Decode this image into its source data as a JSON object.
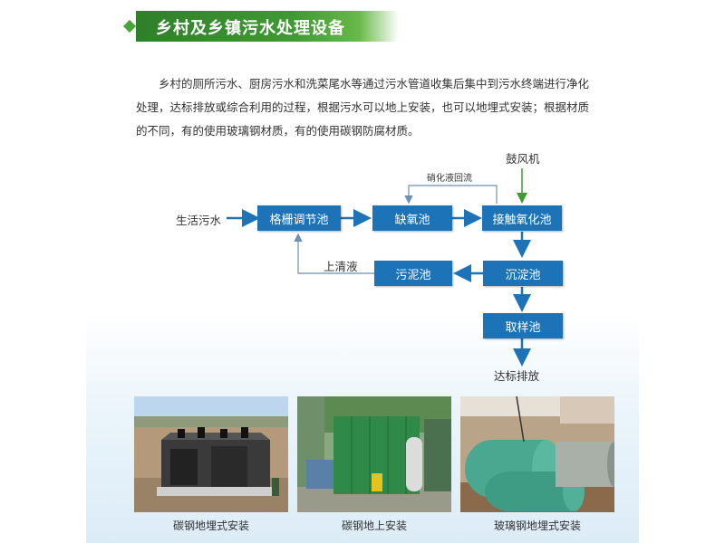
{
  "header": {
    "title": "乡村及乡镇污水处理设备"
  },
  "intro": "乡村的厕所污水、厨房污水和洗菜尾水等通过污水管道收集后集中到污水终端进行净化处理，达标排放或综合利用的过程，根据污水可以地上安装，也可以地埋式安装；根据材质的不同，有的使用玻璃钢材质，有的使用碳钢防腐材质。",
  "flow": {
    "input": "生活污水",
    "blower": "鼓风机",
    "recycle": "硝化液回流",
    "supernatant": "上清液",
    "output": "达标排放",
    "boxes": {
      "grid": "格栅调节池",
      "anoxic": "缺氧池",
      "contact": "接触氧化池",
      "sediment": "沉淀池",
      "sludge": "污泥池",
      "sample": "取样池"
    }
  },
  "photos": [
    {
      "caption": "碳钢地埋式安装"
    },
    {
      "caption": "碳钢地上安装"
    },
    {
      "caption": "玻璃钢地埋式安装"
    }
  ]
}
